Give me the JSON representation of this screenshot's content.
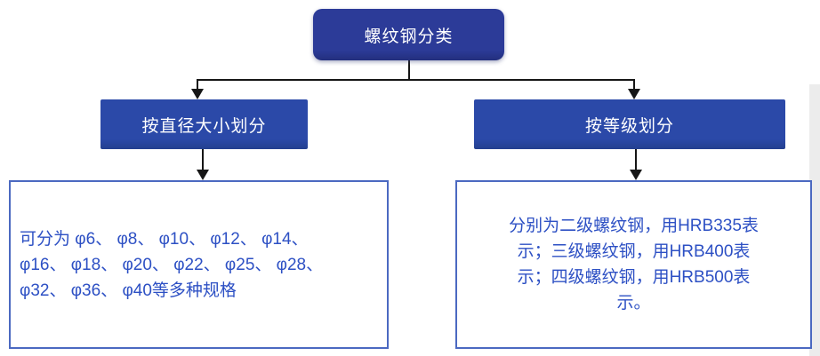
{
  "diagram": {
    "title_node": {
      "label": "螺纹钢分类"
    },
    "branch_nodes": [
      {
        "label": "按直径大小划分"
      },
      {
        "label": "按等级划分"
      }
    ],
    "leaf_nodes": [
      {
        "lines": [
          "可分为 φ6、 φ8、 φ10、 φ12、 φ14、",
          "φ16、 φ18、 φ20、 φ22、 φ25、 φ28、",
          "φ32、 φ36、 φ40等多种规格"
        ]
      },
      {
        "lines": [
          "分别为二级螺纹钢，用HRB335表",
          "示；三级螺纹钢，用HRB400表",
          "示；四级螺纹钢，用HRB500表",
          "示。"
        ]
      }
    ],
    "colors": {
      "root_fill": "#2c3b98",
      "root_fill_dark": "#232f7d",
      "branch_fill": "#2b49a8",
      "branch_fill_dark": "#24408f",
      "leaf_border": "#4b69c1",
      "leaf_text": "#2d50c4",
      "connector": "#161616",
      "edge_strip": "#ececec"
    }
  }
}
